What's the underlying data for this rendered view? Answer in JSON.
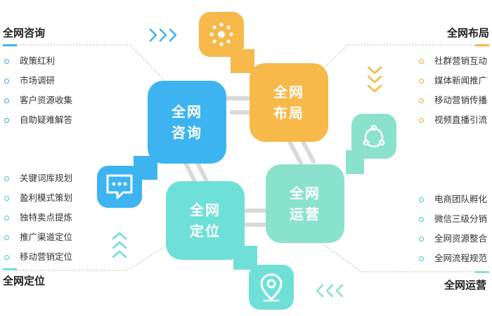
{
  "colors": {
    "blue": "#3db4f1",
    "orange": "#f6b94a",
    "teal": "#6fe0d8",
    "mint": "#8be2cc",
    "cyan": "#4fc4f0",
    "dot_blue": "#3aa6e8",
    "dot_orange": "#f5a623",
    "dot_teal": "#44c9c0"
  },
  "sections": {
    "consult": {
      "title": "全网咨询",
      "items": [
        "政策红利",
        "市场调研",
        "客户资源收集",
        "自助疑难解答"
      ]
    },
    "layout": {
      "title": "全网布局",
      "items": [
        "社群营销互动",
        "媒体新闻推广",
        "移动营销传播",
        "视频直播引流"
      ]
    },
    "position": {
      "title": "全网定位",
      "items": [
        "关键词库规划",
        "盈利模式策划",
        "独特卖点提炼",
        "推广渠道定位",
        "移动营销定位"
      ]
    },
    "operation": {
      "title": "全网运营",
      "items": [
        "电商团队孵化",
        "微信三级分销",
        "全网资源整合",
        "全网流程规范"
      ]
    }
  },
  "tiles": {
    "consult": [
      "全网",
      "咨询"
    ],
    "layout": [
      "全网",
      "布局"
    ],
    "position": [
      "全网",
      "定位"
    ],
    "operation": [
      "全网",
      "运营"
    ]
  },
  "icons": {
    "consult": "chat-bubble-icon",
    "layout": "dotted-circle-icon",
    "position": "location-pin-icon",
    "operation": "share-triangle-icon"
  },
  "arrows": {
    "top": "right-chevrons-icon",
    "right": "down-chevrons-icon",
    "bottom": "left-chevrons-icon",
    "left": "up-chevrons-icon"
  }
}
